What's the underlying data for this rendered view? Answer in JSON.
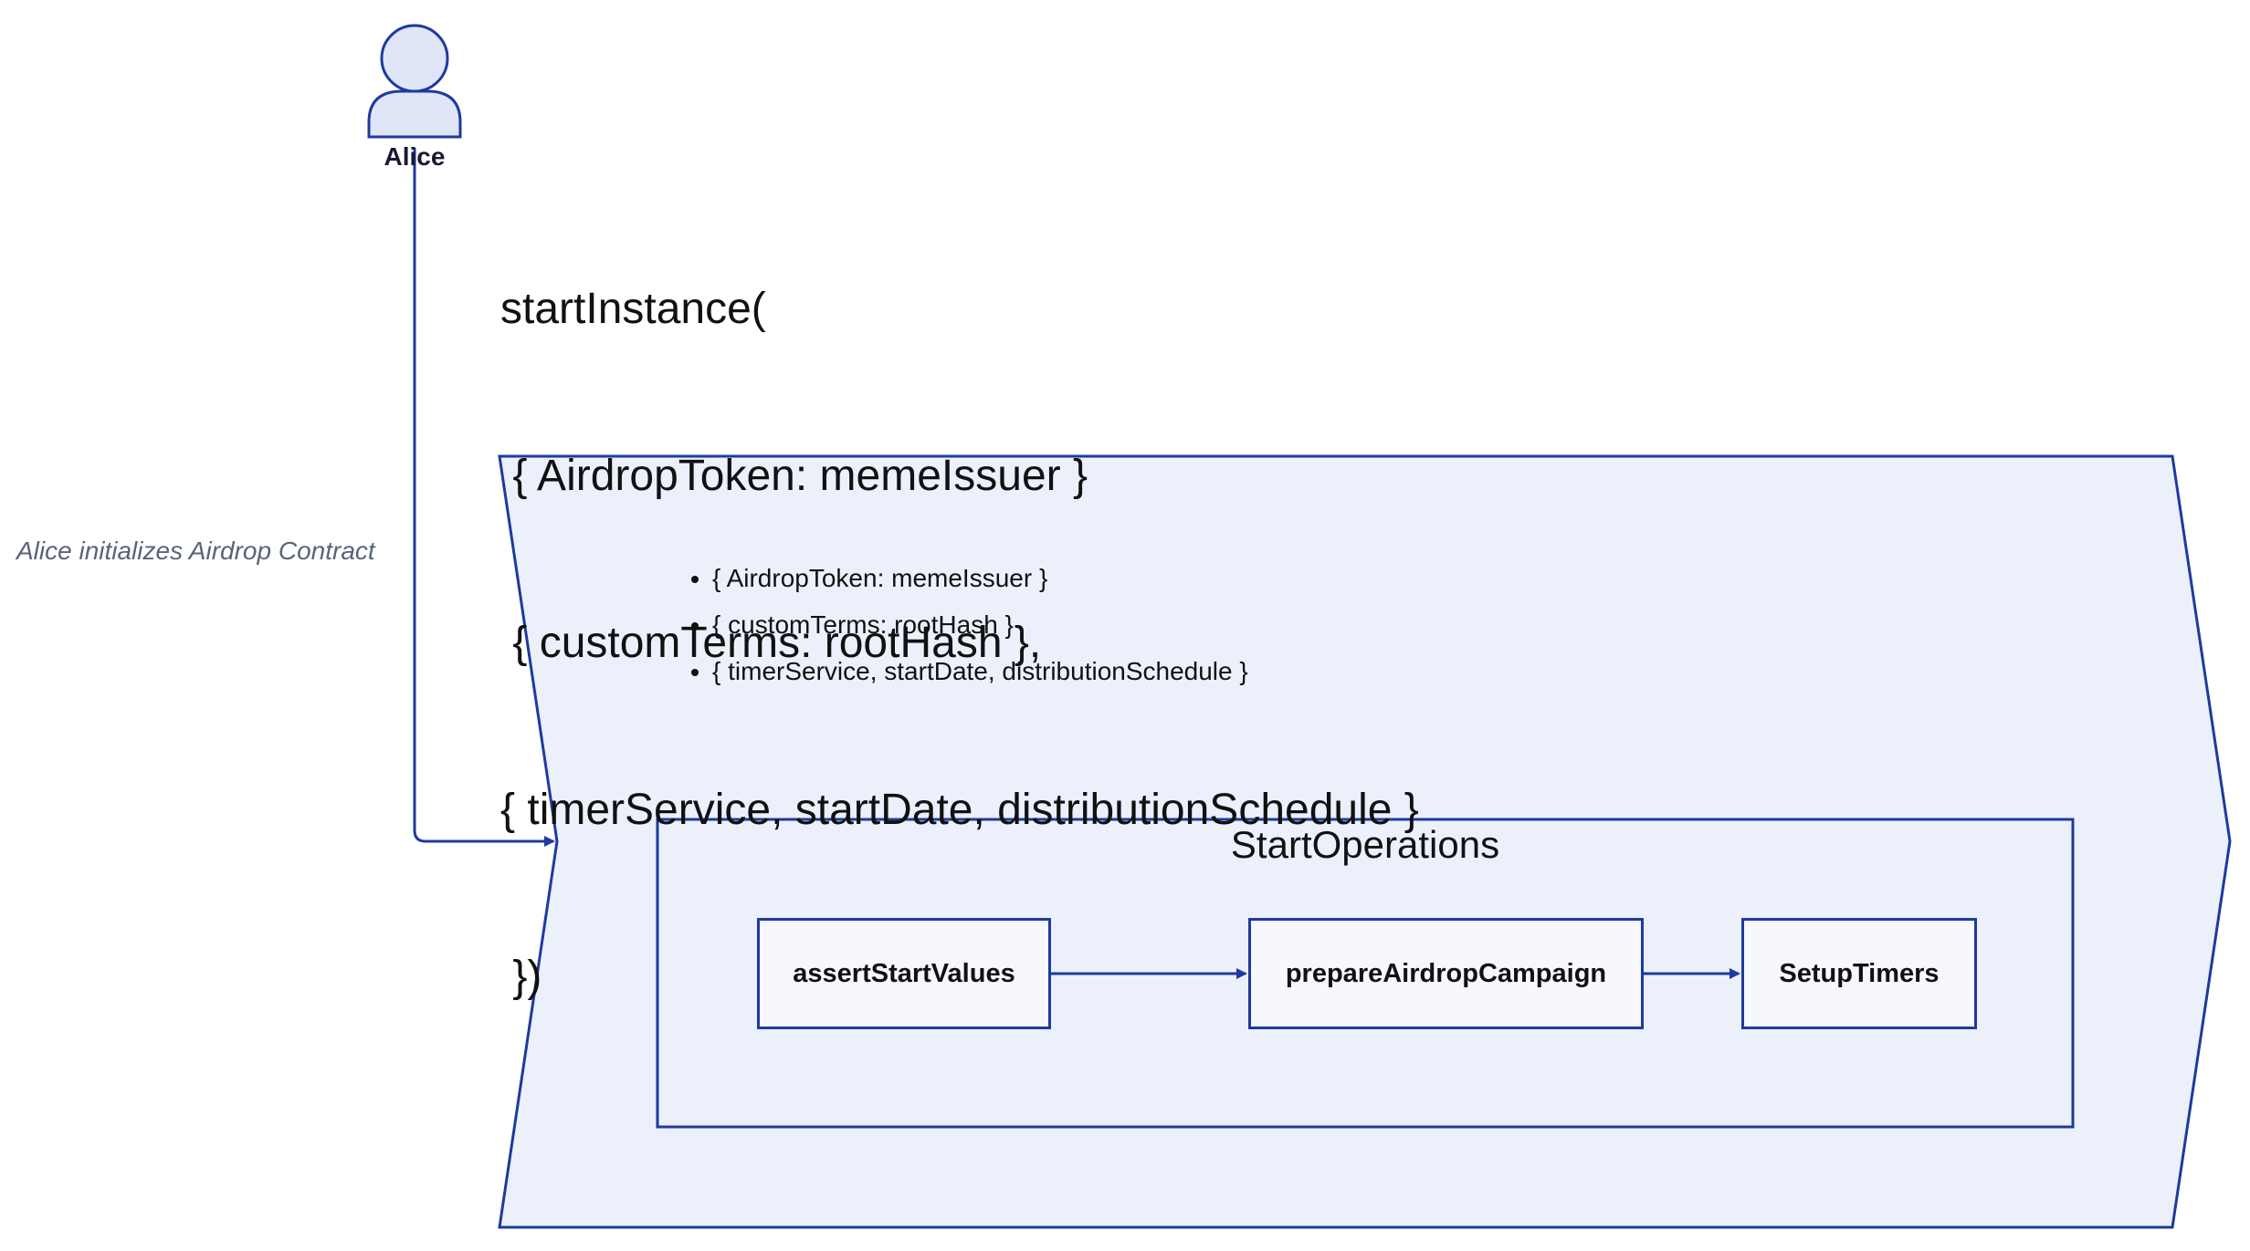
{
  "actor": {
    "name": "Alice",
    "icon": "user-icon"
  },
  "call": {
    "lines": [
      "startInstance(",
      " { AirdropToken: memeIssuer }",
      " { customTerms: rootHash },",
      "{ timerService, startDate, distributionSchedule }",
      " })"
    ]
  },
  "edge_label": "Alice initializes Airdrop Contract",
  "contract": {
    "params": [
      "{ AirdropToken: memeIssuer }",
      "{ customTerms: rootHash }",
      "{ timerService, startDate, distributionSchedule }"
    ],
    "group_title": "StartOperations",
    "operations": [
      "assertStartValues",
      "prepareAirdropCampaign",
      "SetupTimers"
    ]
  },
  "colors": {
    "stroke": "#1e3a9e",
    "fill": "#ecf0fb",
    "box_fill": "#f6f8fd",
    "actor_fill": "#dfe6f8",
    "muted_text": "#5a6478"
  }
}
